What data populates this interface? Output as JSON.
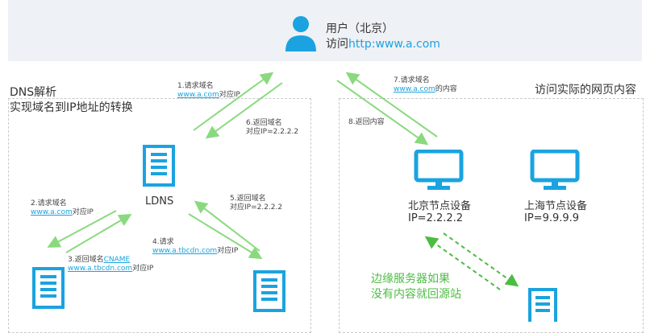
{
  "header": {
    "user_name": "用户（北京）",
    "visit_prefix": "访问",
    "visit_url": "http:www.a.com"
  },
  "left_panel": {
    "title_line1": "DNS解析",
    "title_line2": "实现域名到IP地址的转换"
  },
  "right_panel": {
    "title": "访问实际的网页内容"
  },
  "steps": {
    "s1": {
      "label": "1.请求域名",
      "link": "www.a.com",
      "suffix": "对应IP"
    },
    "s2": {
      "label": "2.请求域名",
      "link": "www.a.com",
      "suffix": "对应IP"
    },
    "s3": {
      "label_prefix": "3.返回域名",
      "cname": "CNAME",
      "link": "www.a.tbcdn.com",
      "suffix": "对应IP"
    },
    "s4": {
      "label": "4.请求",
      "link": "www.a.tbcdn.com",
      "suffix": "对应IP"
    },
    "s5": {
      "label": "5.返回域名",
      "ip": "对应IP=2.2.2.2"
    },
    "s6": {
      "label": "6.返回域名",
      "ip": "对应IP=2.2.2.2"
    },
    "s7": {
      "label": "7.请求域名",
      "link": "www.a.com",
      "suffix": "的内容"
    },
    "s8": {
      "label": "8.返回内容"
    }
  },
  "nodes": {
    "ldns": "LDNS",
    "beijing_name": "北京节点设备",
    "beijing_ip": "IP=2.2.2.2",
    "shanghai_name": "上海节点设备",
    "shanghai_ip": "IP=9.9.9.9"
  },
  "note": {
    "line1": "边缘服务器如果",
    "line2": "没有内容就回源站"
  },
  "colors": {
    "accent_blue": "#1aa3e0",
    "arrow_green": "#8ad97f",
    "note_green": "#4cbd42"
  }
}
